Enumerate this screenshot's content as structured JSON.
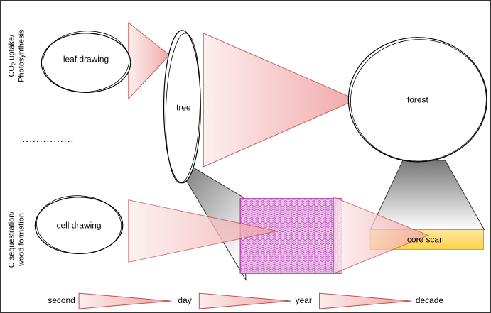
{
  "rows": {
    "top": {
      "label_line1_prefix": "CO",
      "label_line1_sub": "2",
      "label_line1_suffix": " uptake/",
      "label_line2": "Photosynthesis"
    },
    "bottom": {
      "label_line1": "C sequestration/",
      "label_line2": "wood formation"
    }
  },
  "nodes": {
    "leaf": "leaf drawing",
    "tree": "tree",
    "forest": "forest",
    "cell": "cell drawing",
    "core": "core scan"
  },
  "separator": "...............",
  "timescale": {
    "second": "second",
    "day": "day",
    "year": "year",
    "decade": "decade"
  },
  "colors": {
    "wedge_stroke": "#c0504d",
    "wedge_fill_dark": "#f0a0a2",
    "wedge_fill_light": "#fdeeee",
    "core_fill": "#ffd966",
    "core_stroke": "#d6a100",
    "texture": "#a020a0"
  }
}
